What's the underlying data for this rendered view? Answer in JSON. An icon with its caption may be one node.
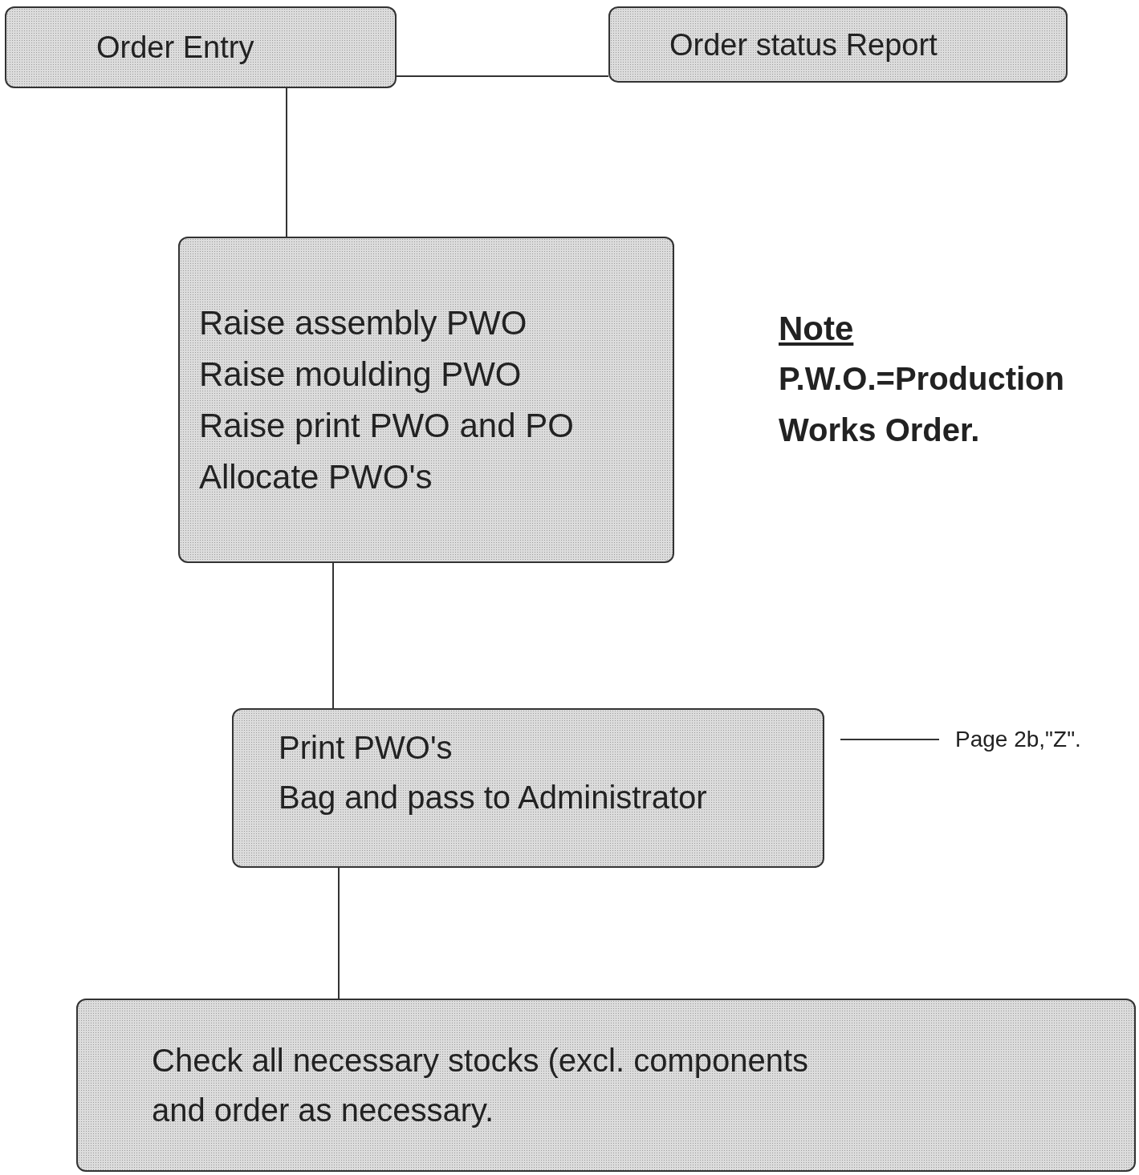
{
  "diagram": {
    "nodes": [
      {
        "text": [
          "Order Entry"
        ]
      },
      {
        "text": [
          "Order status Report"
        ]
      },
      {
        "text": [
          "Raise assembly PWO",
          "Raise moulding PWO",
          "Raise print PWO and PO",
          "Allocate PWO's"
        ]
      },
      {
        "text": [
          "Print PWO's",
          "Bag and pass to Administrator"
        ]
      },
      {
        "text": [
          "Check all necessary stocks (excl. components and order as necessary."
        ]
      },
      {
        "text": [
          "Page 2b,\"Z\"."
        ]
      }
    ],
    "edges": [
      {
        "from": 0,
        "to": 1,
        "arrow": "none"
      },
      {
        "from": 0,
        "to": 2,
        "arrow": "none"
      },
      {
        "from": 2,
        "to": 3,
        "arrow": "none"
      },
      {
        "from": 3,
        "to": 5,
        "arrow": "none"
      },
      {
        "from": 3,
        "to": 4,
        "arrow": "none"
      }
    ],
    "labels": [
      "Note",
      "P.W.O.=Production Works Order."
    ]
  }
}
